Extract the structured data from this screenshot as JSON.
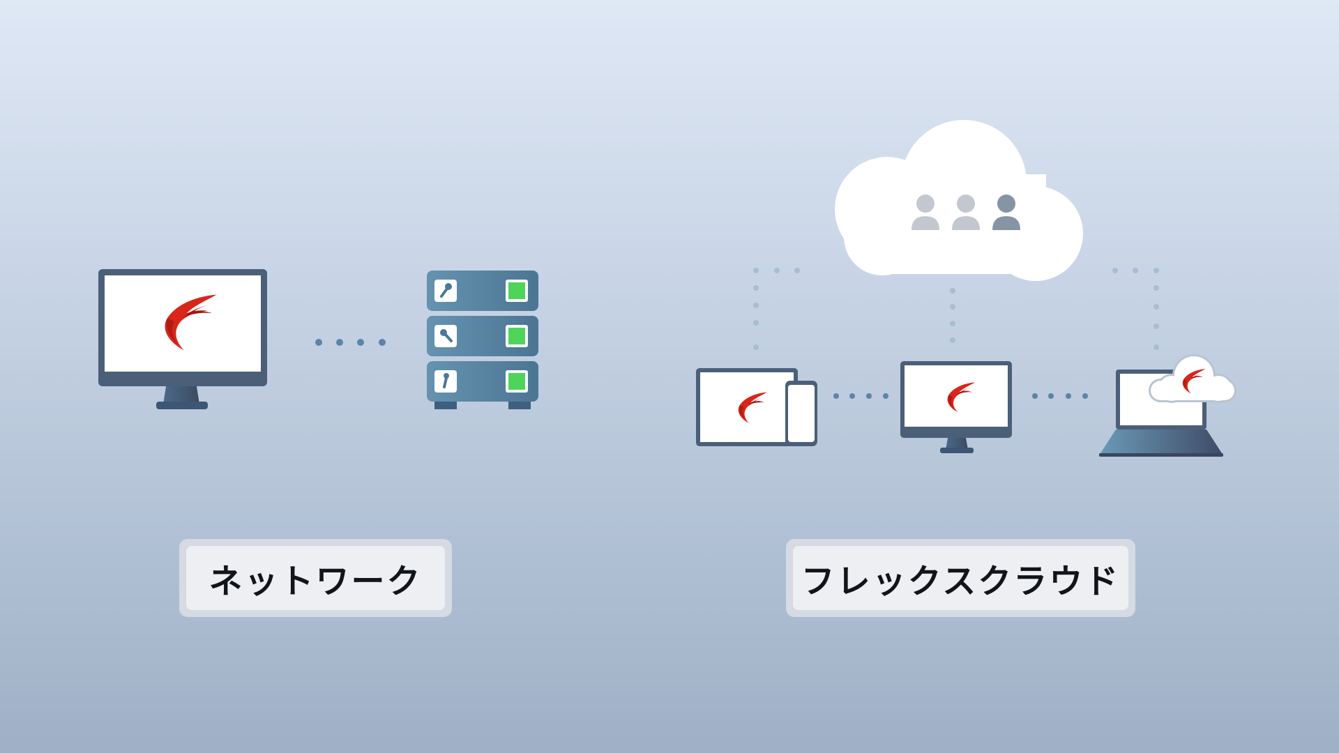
{
  "labels": {
    "network": "ネットワーク",
    "flexcloud": "フレックスクラウド"
  },
  "icons": {
    "logo": "red-swoosh-logo",
    "key": "key-icon",
    "user": "person-icon"
  },
  "colors": {
    "logo_red": "#d8261a",
    "device_frame": "#4b5f78",
    "server_body": "#5a87a4",
    "server_led": "#4fd45a",
    "dot": "#5b84a8",
    "cloud": "#ffffff",
    "user_dark": "#8694a3",
    "user_light": "#c3c8d0",
    "label_outer": "#d5dae3",
    "label_inner": "#eeeff3"
  }
}
